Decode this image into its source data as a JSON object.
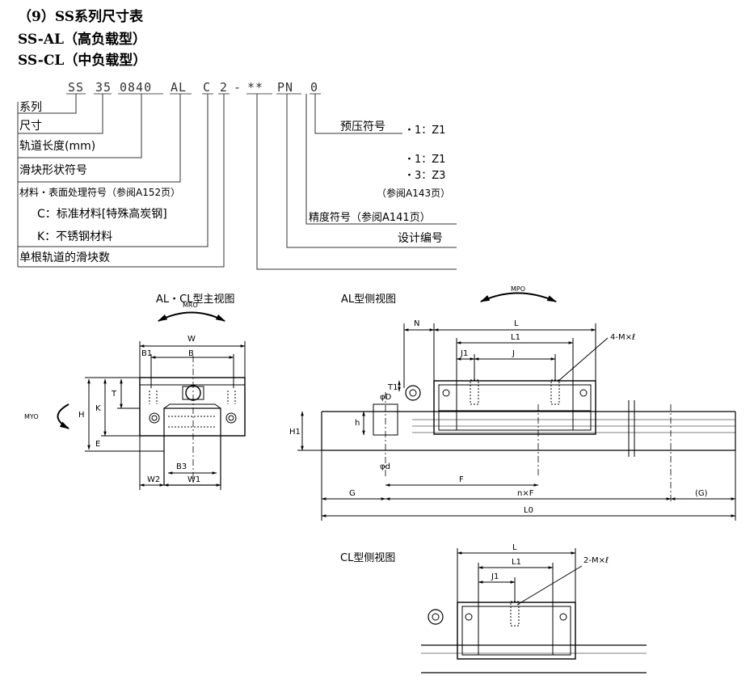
{
  "header": {
    "line1": "（9）SS系列尺寸表",
    "line2": "SS-AL（高负载型）",
    "line3": "SS-CL（中负载型）"
  },
  "model_code": {
    "segments": [
      "SS",
      "35",
      "0840",
      "AL",
      "C",
      "2",
      "-",
      "**",
      "PN",
      "0"
    ]
  },
  "legend_left": {
    "series": "系列",
    "size": "尺寸",
    "rail_length": "轨道长度(mm)",
    "block_shape": "滑块形状符号",
    "material_code": "材料・表面处理符号（参阅A152页）",
    "material_c": "C：标准材料[特殊高炭钢]",
    "material_k": "K：不锈钢材料",
    "blocks_per_rail": "单根轨道的滑块数"
  },
  "legend_right": {
    "preload": "预压符号",
    "preload_opt1": "・1：Z1",
    "preload_opt2": "・1：Z1",
    "preload_opt3": "・3：Z3",
    "preload_ref": "（参阅A143页）",
    "accuracy": "精度符号（参阅A141页）",
    "design_no": "设计编号"
  },
  "views": {
    "front_title": "AL・CL型主视图",
    "al_side_title": "AL型侧视图",
    "cl_side_title": "CL型侧视图"
  },
  "dims": {
    "mro": "MRO",
    "myo": "MYO",
    "mpo": "MPO",
    "W": "W",
    "B1": "B1",
    "B": "B",
    "T": "T",
    "K": "K",
    "H": "H",
    "E": "E",
    "B3": "B3",
    "W2": "W2",
    "W1": "W1",
    "N": "N",
    "L": "L",
    "L1": "L1",
    "J1": "J1",
    "J": "J",
    "T1": "T1",
    "phiD": "φD",
    "phid": "φd",
    "h": "h",
    "H1": "H1",
    "F": "F",
    "G": "G",
    "nF": "n×F",
    "Gp": "(G)",
    "L0": "L0",
    "M4": "4-M×ℓ",
    "M2": "2-M×ℓ"
  }
}
